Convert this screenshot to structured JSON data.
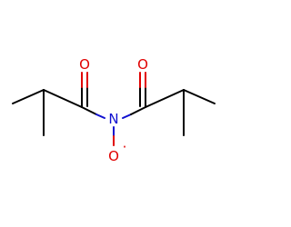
{
  "molecule": {
    "atoms": {
      "oxygen_left": {
        "symbol": "O",
        "color": "#e00000"
      },
      "oxygen_right": {
        "symbol": "O",
        "color": "#e00000"
      },
      "nitrogen": {
        "symbol": "N",
        "color": "#1010d0"
      },
      "oxygen_bottom": {
        "symbol": "O",
        "color": "#e00000"
      },
      "radical_dot": {
        "symbol": "·",
        "color": "#e00000"
      }
    },
    "colors": {
      "carbon_bond": "#000000",
      "oxygen": "#e00000",
      "nitrogen": "#1010d0",
      "background": "#ffffff"
    }
  }
}
